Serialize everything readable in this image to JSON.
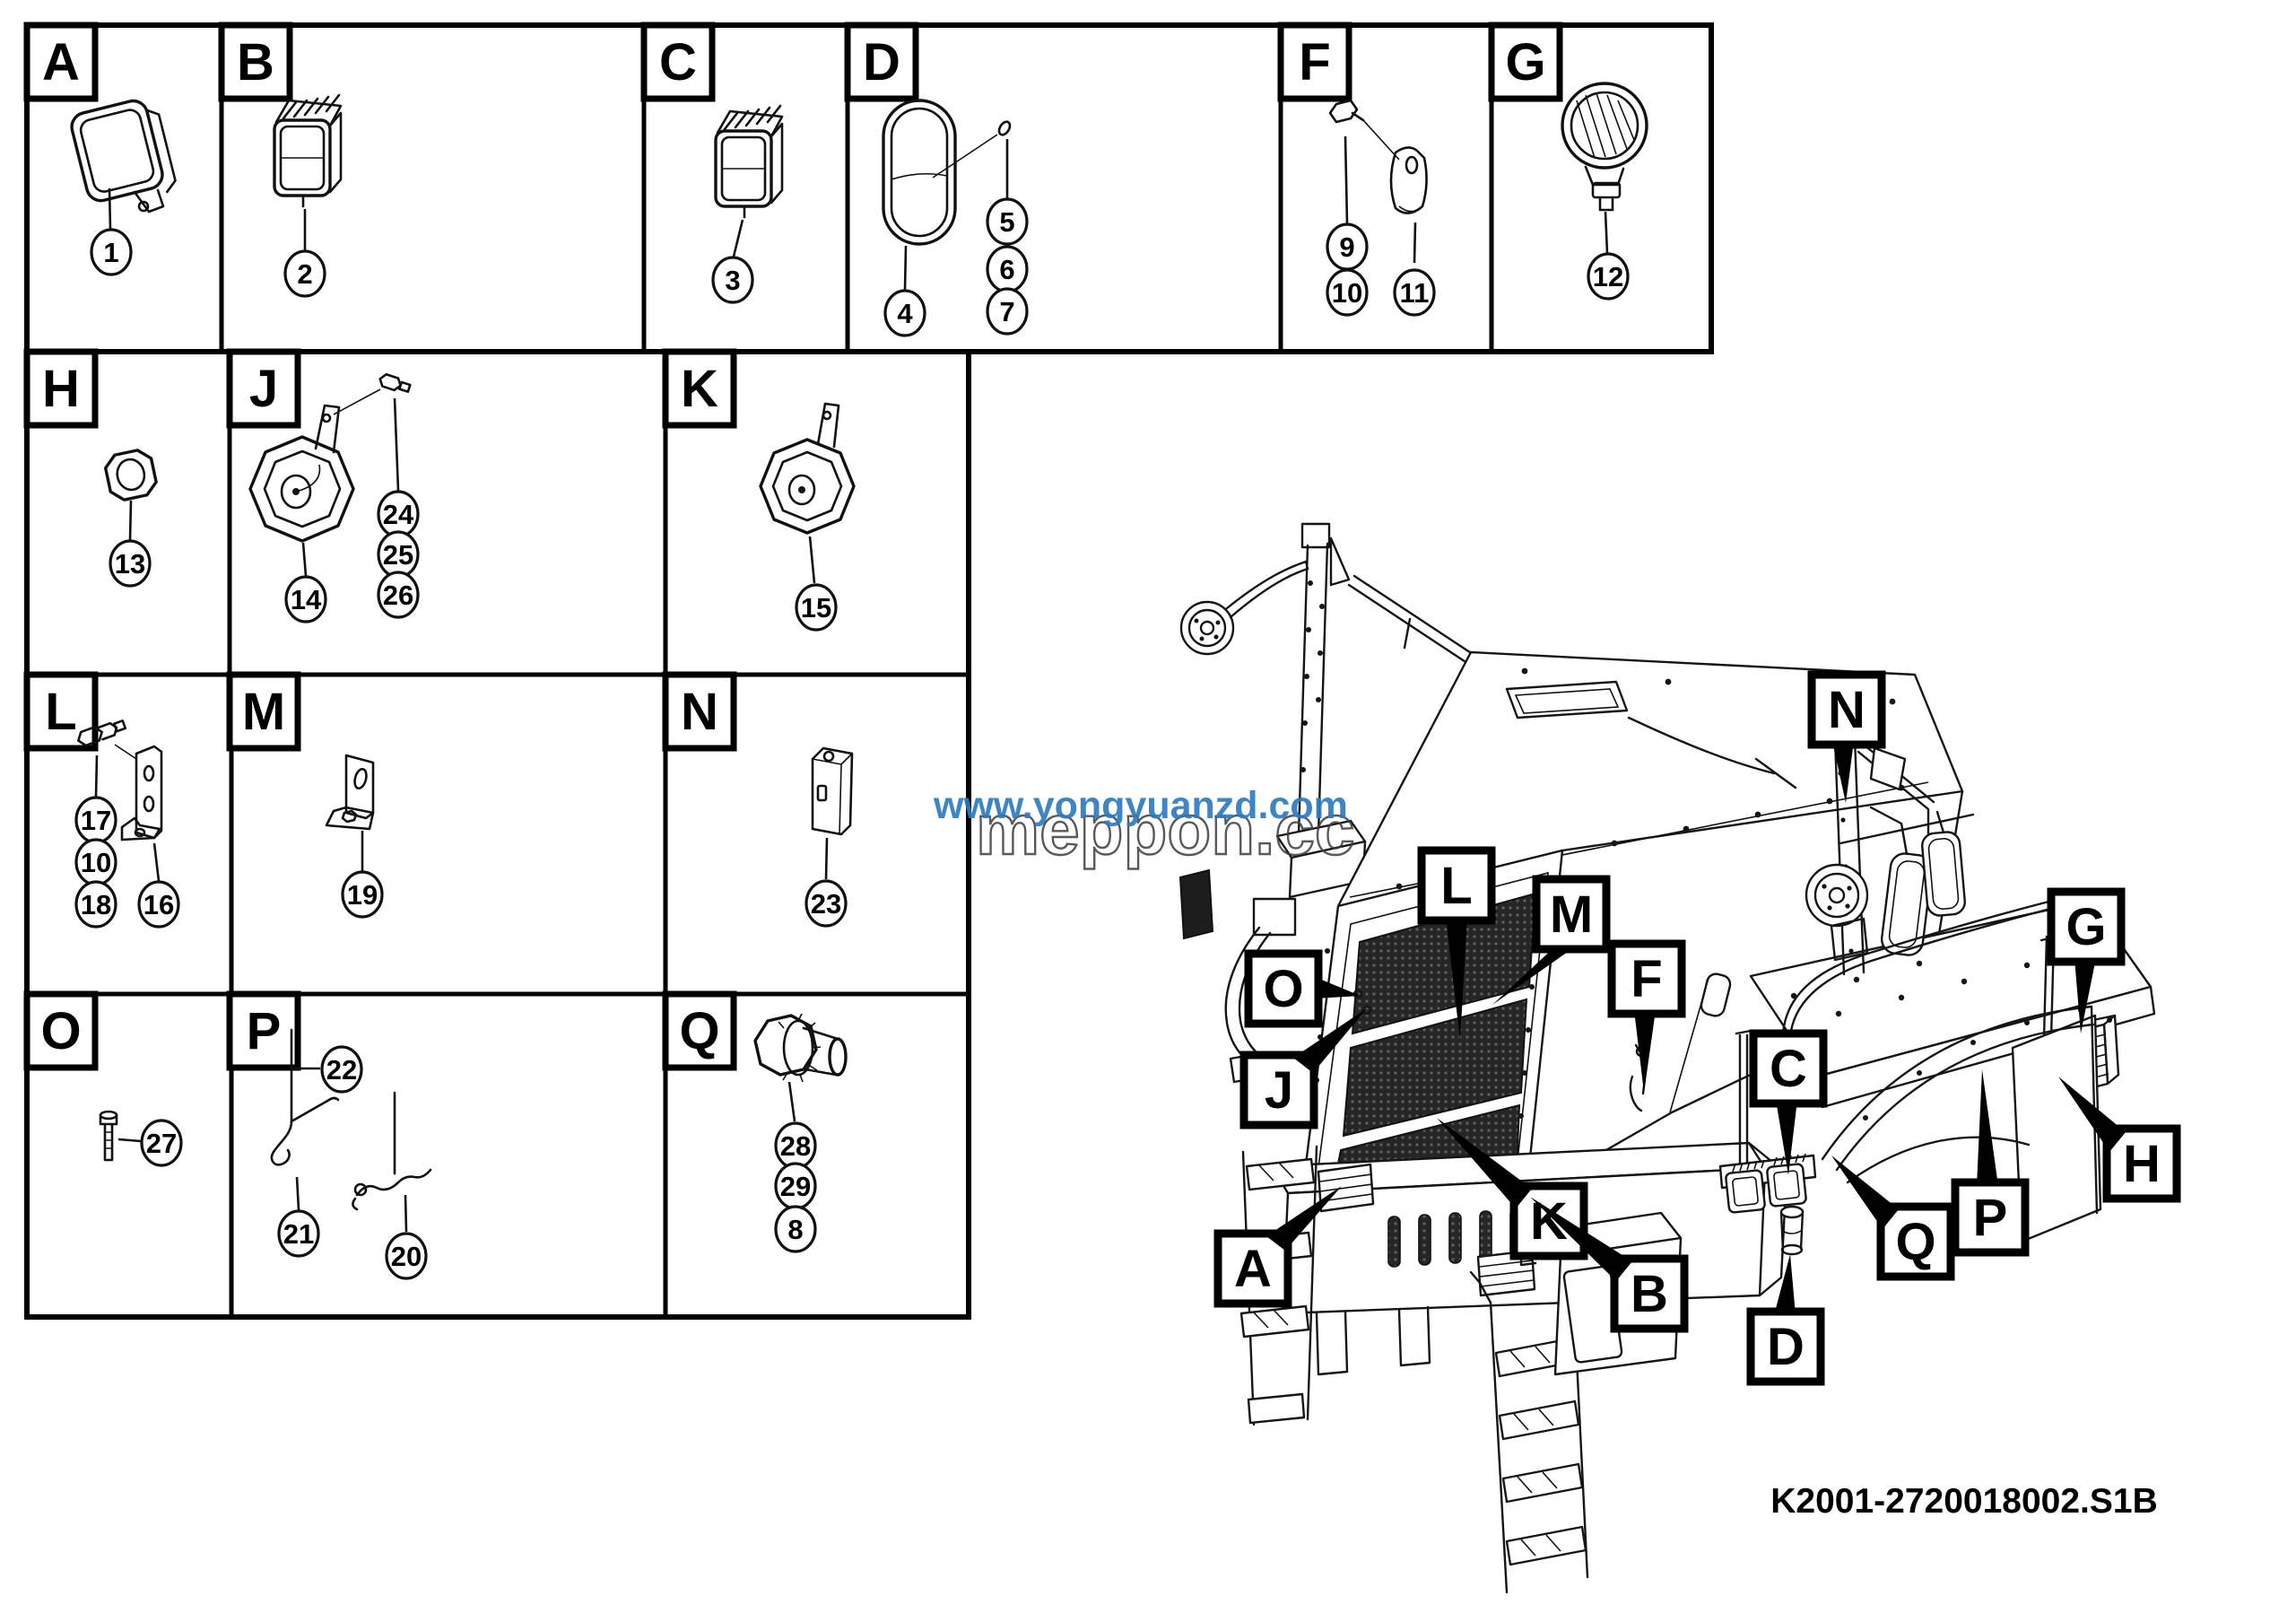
{
  "title_block": {
    "drawing_number": "K2001-2720018002.S1B"
  },
  "watermark": {
    "url_text": "www.yongyuanzd.com",
    "site_text": "meppon.cc",
    "url_color": "#2e7bbf"
  },
  "grid": {
    "cells": [
      {
        "id": "A",
        "label": "A",
        "part": "rectangular-work-lamp",
        "callouts": [
          "1"
        ]
      },
      {
        "id": "B",
        "label": "B",
        "part": "square-work-lamp-finned",
        "callouts": [
          "2"
        ]
      },
      {
        "id": "C",
        "label": "C",
        "part": "square-work-lamp-finned",
        "callouts": [
          "3"
        ]
      },
      {
        "id": "D",
        "label": "D",
        "part": "oval-lamp-with-screw",
        "callouts": [
          "4",
          "5",
          "6",
          "7"
        ]
      },
      {
        "id": "F",
        "label": "F",
        "part": "bolt-and-clamp-bracket",
        "callouts": [
          "9",
          "10",
          "11"
        ]
      },
      {
        "id": "G",
        "label": "G",
        "part": "round-lamp",
        "callouts": [
          "12"
        ]
      },
      {
        "id": "H",
        "label": "H",
        "part": "hex-nut",
        "callouts": [
          "13"
        ]
      },
      {
        "id": "J",
        "label": "J",
        "part": "horn-with-bracket-and-bolt",
        "callouts": [
          "14",
          "24",
          "25",
          "26"
        ]
      },
      {
        "id": "K",
        "label": "K",
        "part": "horn-with-bracket",
        "callouts": [
          "15"
        ]
      },
      {
        "id": "L",
        "label": "L",
        "part": "bolt-nut-and-bracket",
        "callouts": [
          "17",
          "10",
          "18",
          "16"
        ]
      },
      {
        "id": "M",
        "label": "M",
        "part": "angle-bracket",
        "callouts": [
          "19"
        ]
      },
      {
        "id": "N",
        "label": "N",
        "part": "flasher-relay-box",
        "callouts": [
          "23"
        ]
      },
      {
        "id": "O",
        "label": "O",
        "part": "bolt",
        "callouts": [
          "27"
        ]
      },
      {
        "id": "P",
        "label": "P",
        "part": "wiring-harnesses",
        "callouts": [
          "22",
          "21",
          "20"
        ]
      },
      {
        "id": "Q",
        "label": "Q",
        "part": "flanged-bushing",
        "callouts": [
          "28",
          "29",
          "8"
        ]
      }
    ]
  },
  "machine": {
    "callouts": [
      "N",
      "G",
      "L",
      "M",
      "F",
      "O",
      "J",
      "C",
      "H",
      "P",
      "Q",
      "A",
      "K",
      "B",
      "D"
    ]
  }
}
